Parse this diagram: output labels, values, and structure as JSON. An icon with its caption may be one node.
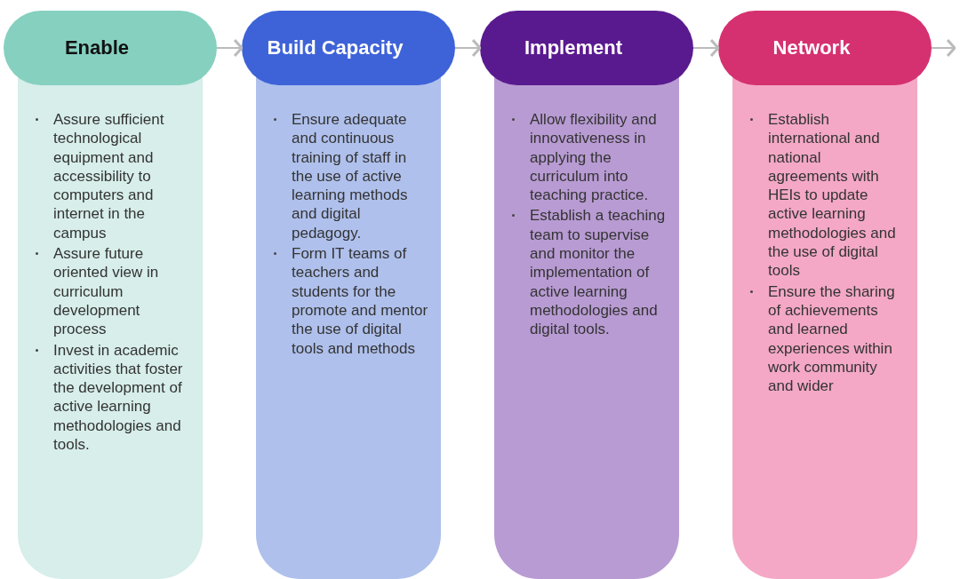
{
  "diagram": {
    "nodes": [
      {
        "text": [
          "Enable",
          "Assure sufficient technological equipment and accessibility to computers and internet in the campus",
          "Assure future oriented view in curriculum development process",
          "Invest in academic activities that foster the development of active learning methodologies and tools."
        ]
      },
      {
        "text": [
          "Build Capacity",
          "Ensure adequate and continuous training of staff in the use of active learning methods and digital pedagogy.",
          "Form IT teams of teachers and students for the promote and mentor the use of digital tools and methods"
        ]
      },
      {
        "text": [
          "Implement",
          "Allow flexibility and innovativeness in applying the curriculum into teaching practice.",
          "Establish a teaching team to supervise and monitor the implementation of active learning methodologies and digital tools."
        ]
      },
      {
        "text": [
          "Network",
          "Establish international and national agreements with HEIs to update active learning methodologies and the use of digital tools",
          "Ensure the sharing of achievements and learned experiences within work community and wider"
        ]
      }
    ],
    "edges": [
      {
        "from": 0,
        "to": 1,
        "arrow": "to"
      },
      {
        "from": 1,
        "to": 2,
        "arrow": "to"
      },
      {
        "from": 2,
        "to": 3,
        "arrow": "to"
      },
      {
        "from": 3,
        "to": null,
        "arrow": "to"
      }
    ]
  }
}
